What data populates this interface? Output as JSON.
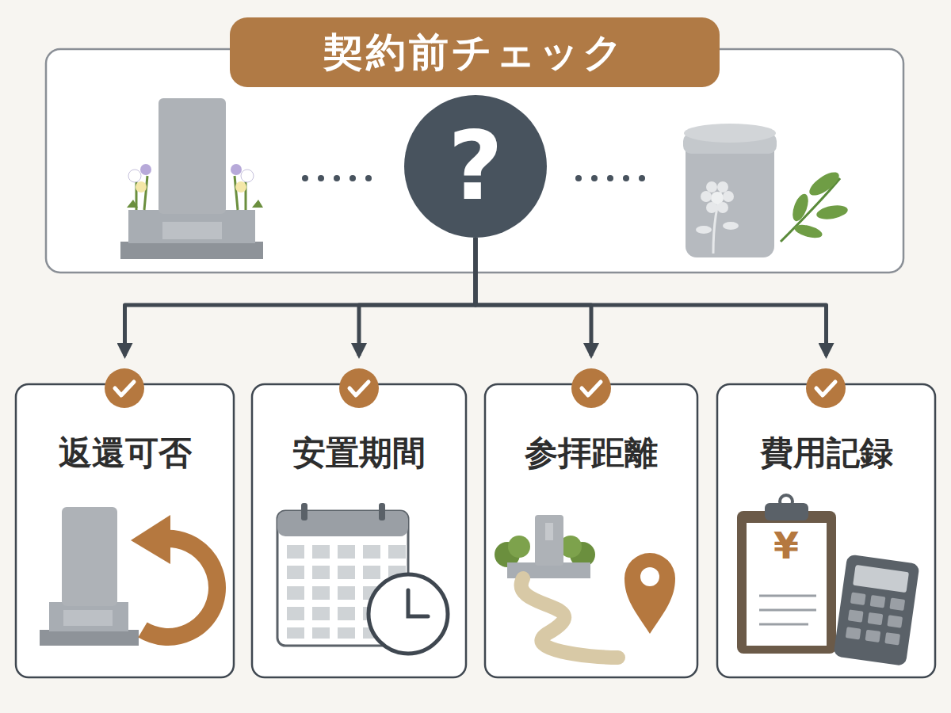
{
  "diagram": {
    "title": "契約前チェック",
    "nodes": [
      {
        "text": [
          "?"
        ]
      },
      {
        "text": [
          "返還可否"
        ]
      },
      {
        "text": [
          "安置期間"
        ]
      },
      {
        "text": [
          "参拝距離"
        ]
      },
      {
        "text": [
          "費用記録"
        ]
      }
    ],
    "edges": [
      {
        "from": 0,
        "to": 1,
        "arrow": "to"
      },
      {
        "from": 0,
        "to": 2,
        "arrow": "to"
      },
      {
        "from": 0,
        "to": 3,
        "arrow": "to"
      },
      {
        "from": 0,
        "to": 4,
        "arrow": "to"
      }
    ],
    "labels": [
      "¥"
    ]
  }
}
